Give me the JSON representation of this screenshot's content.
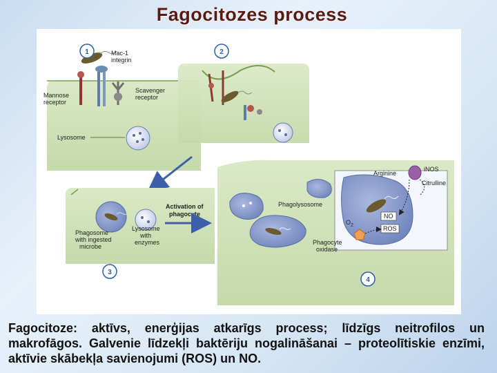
{
  "slide": {
    "title": "Fagocitozes process",
    "caption": "Fagocitoze: aktīvs, enerģijas atkarīgs process; līdzīgs neitrofilos un makrofāgos. Galvenie līdzekļi baktēriju nogalināšanai – proteolītiskie enzīmi, aktīvie skābekļa savienojumi (ROS) un NO."
  },
  "figure": {
    "steps": [
      "1",
      "2",
      "3",
      "4"
    ],
    "labels": {
      "mac1_line1": "Mac-1",
      "mac1_line2": "integrin",
      "scavenger_line1": "Scavenger",
      "scavenger_line2": "receptor",
      "mannose_line1": "Mannose",
      "mannose_line2": "receptor",
      "lysosome": "Lysosome",
      "activation_line1": "Activation of",
      "activation_line2": "phagocyte",
      "phagosome_line1": "Phagosome",
      "phagosome_line2": "with ingested",
      "phagosome_line3": "microbe",
      "lysosome_enz_line1": "Lysosome",
      "lysosome_enz_line2": "with",
      "lysosome_enz_line3": "enzymes",
      "phagolysosome": "Phagolysosome",
      "arginine": "Arginine",
      "inos": "iNOS",
      "citrulline": "Citrulline",
      "no": "NO",
      "ros": "ROS",
      "o2": "O",
      "o2_sub": "2",
      "phox_line1": "Phagocyte",
      "phox_line2": "oxidase"
    }
  },
  "colors": {
    "title": "#5a1a14",
    "cell_fill": "#cfe0b8",
    "vacuole_fill": "#7f93c6",
    "step_circle": "#2a5fa3",
    "arrow": "#3b5fa8"
  }
}
